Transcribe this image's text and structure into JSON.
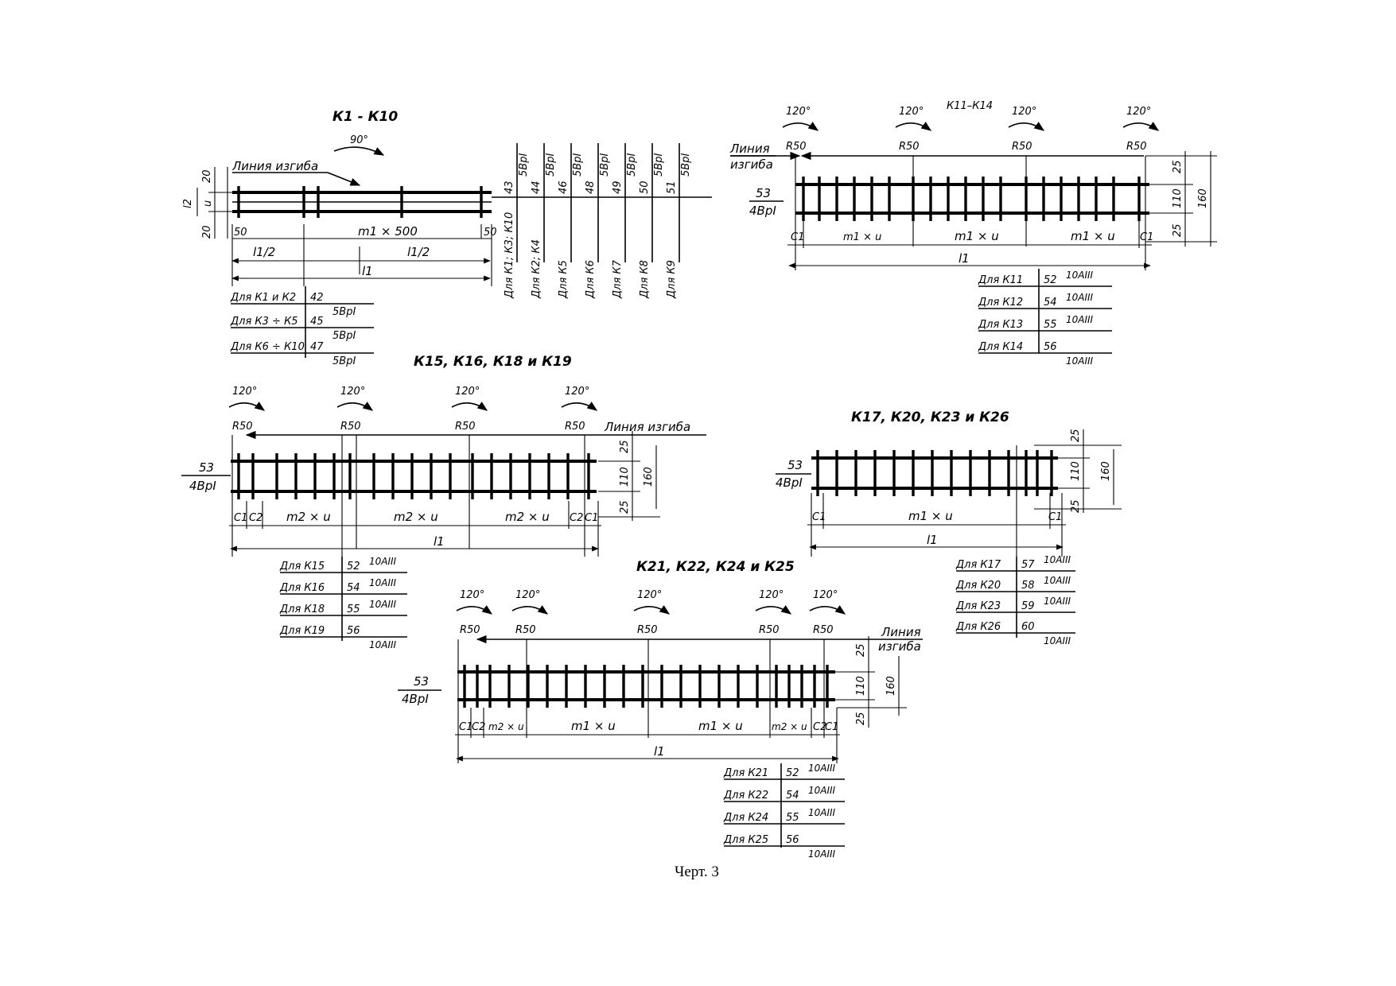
{
  "caption": "Черт. 3",
  "d1": {
    "title": "К1 - К10",
    "angle": "90°",
    "bend_line": "Линия изгиба",
    "d20a": "20",
    "d20b": "20",
    "l2": "l2",
    "u": "u",
    "d50a": "50",
    "d50b": "50",
    "spacing": "m1 × 500",
    "half1": "l1/2",
    "half2": "l1/2",
    "l1": "l1",
    "spec": [
      {
        "label": "Для К1 и К2",
        "num": "42",
        "sub": "5ВрI"
      },
      {
        "label": "Для К3 ÷ К5",
        "num": "45",
        "sub": "5ВрI"
      },
      {
        "label": "Для К6 ÷ К10",
        "num": "47",
        "sub": "5ВрI"
      }
    ],
    "vspec": [
      {
        "label": "Для К1; К3; К10",
        "num": "43",
        "sub": "5ВрI"
      },
      {
        "label": "Для К2; К4",
        "num": "44",
        "sub": "5ВрI"
      },
      {
        "label": "Для К5",
        "num": "46",
        "sub": "5ВрI"
      },
      {
        "label": "Для К6",
        "num": "48",
        "sub": "5ВрI"
      },
      {
        "label": "Для К7",
        "num": "49",
        "sub": "5ВрI"
      },
      {
        "label": "Для К8",
        "num": "50",
        "sub": "5ВрI"
      },
      {
        "label": "Для К9",
        "num": "51",
        "sub": "5ВрI"
      }
    ]
  },
  "d2": {
    "title": "К11–К14",
    "angles": [
      "120°",
      "120°",
      "120°",
      "120°"
    ],
    "radii": [
      "R50",
      "R50",
      "R50",
      "R50"
    ],
    "bend_line_1": "Линия",
    "bend_line_2": "изгиба",
    "bar_num": "53",
    "bar_sub": "4ВрI",
    "c1a": "C1",
    "c1b": "C1",
    "spacings": [
      "m1 × u",
      "m1 × u",
      "m1 × u"
    ],
    "l1": "l1",
    "d25a": "25",
    "d110": "110",
    "d25b": "25",
    "d160": "160",
    "spec": [
      {
        "label": "Для К11",
        "num": "52",
        "sub": "10АIII"
      },
      {
        "label": "Для К12",
        "num": "54",
        "sub": "10АIII"
      },
      {
        "label": "Для К13",
        "num": "55",
        "sub": "10АIII"
      },
      {
        "label": "Для К14",
        "num": "56",
        "sub": "10АIII"
      }
    ]
  },
  "d3": {
    "title": "К15, К16, К18 и К19",
    "angles": [
      "120°",
      "120°",
      "120°",
      "120°"
    ],
    "radii": [
      "R50",
      "R50",
      "R50",
      "R50"
    ],
    "bend_line": "Линия изгиба",
    "bar_num": "53",
    "bar_sub": "4ВрI",
    "c1a": "C1",
    "c2a": "C2",
    "c2b": "C2",
    "c1b": "C1",
    "spacings": [
      "m2 × u",
      "m2 × u",
      "m2 × u"
    ],
    "l1": "l1",
    "d25a": "25",
    "d110": "110",
    "d25b": "25",
    "d160": "160",
    "spec": [
      {
        "label": "Для К15",
        "num": "52",
        "sub": "10АIII"
      },
      {
        "label": "Для К16",
        "num": "54",
        "sub": "10АIII"
      },
      {
        "label": "Для К18",
        "num": "55",
        "sub": "10АIII"
      },
      {
        "label": "Для К19",
        "num": "56",
        "sub": "10АIII"
      }
    ]
  },
  "d4": {
    "title": "К17, К20, К23 и К26",
    "bar_num": "53",
    "bar_sub": "4ВрI",
    "c1a": "C1",
    "c1b": "C1",
    "spacing": "m1 × u",
    "l1": "l1",
    "d25a": "25",
    "d110": "110",
    "d25b": "25",
    "d160": "160",
    "spec": [
      {
        "label": "Для К17",
        "num": "57",
        "sub": "10АIII"
      },
      {
        "label": "Для К20",
        "num": "58",
        "sub": "10АIII"
      },
      {
        "label": "Для К23",
        "num": "59",
        "sub": "10АIII"
      },
      {
        "label": "Для К26",
        "num": "60",
        "sub": "10АIII"
      }
    ]
  },
  "d5": {
    "title": "К21, К22, К24 и К25",
    "angles": [
      "120°",
      "120°",
      "120°",
      "120°",
      "120°"
    ],
    "radii": [
      "R50",
      "R50",
      "R50",
      "R50",
      "R50"
    ],
    "bend_line_1": "Линия",
    "bend_line_2": "изгиба",
    "bar_num": "53",
    "bar_sub": "4ВрI",
    "c1a": "C1",
    "c2a": "C2",
    "c2b": "C2",
    "c1b": "C1",
    "spacings": [
      "m2 × u",
      "m1 × u",
      "m1 × u",
      "m2 × u"
    ],
    "l1": "l1",
    "d25a": "25",
    "d110": "110",
    "d25b": "25",
    "d160": "160",
    "spec": [
      {
        "label": "Для К21",
        "num": "52",
        "sub": "10АIII"
      },
      {
        "label": "Для К22",
        "num": "54",
        "sub": "10АIII"
      },
      {
        "label": "Для К24",
        "num": "55",
        "sub": "10АIII"
      },
      {
        "label": "Для К25",
        "num": "56",
        "sub": "10АIII"
      }
    ]
  }
}
